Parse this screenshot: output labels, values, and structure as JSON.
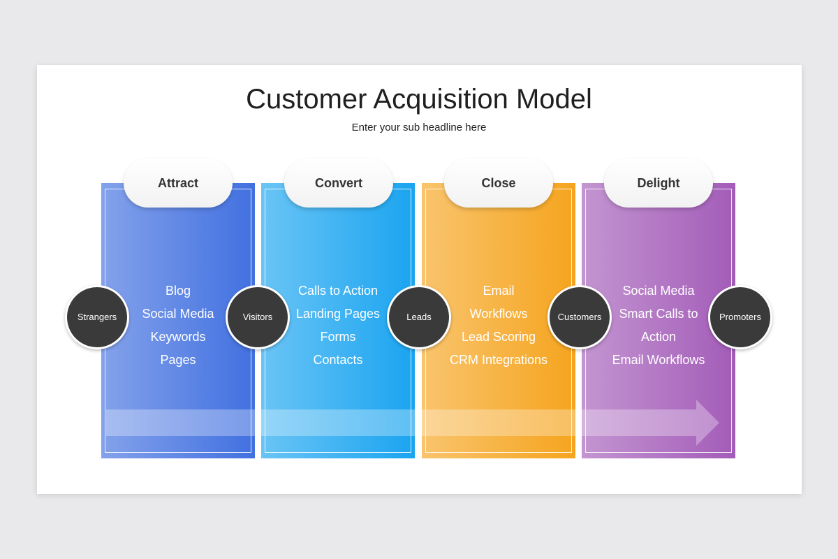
{
  "title": "Customer Acquisition Model",
  "subtitle": "Enter your sub headline here",
  "stages": [
    {
      "label": "Attract",
      "color": "#4170e0",
      "items": [
        "Blog",
        "Social Media",
        "Keywords",
        "Pages"
      ]
    },
    {
      "label": "Convert",
      "color": "#1aa4f0",
      "items": [
        "Calls to Action",
        "Landing Pages",
        "Forms",
        "Contacts"
      ]
    },
    {
      "label": "Close",
      "color": "#f5a41e",
      "items": [
        "Email",
        "Workflows",
        "Lead Scoring",
        "CRM Integrations"
      ]
    },
    {
      "label": "Delight",
      "color": "#a35cb8",
      "items": [
        "Social Media",
        "Smart Calls to",
        "Action",
        "Email Workflows"
      ]
    }
  ],
  "milestones": [
    "Strangers",
    "Visitors",
    "Leads",
    "Customers",
    "Promoters"
  ],
  "colors": {
    "attract": "#4170e0",
    "convert": "#1aa4f0",
    "close": "#f5a41e",
    "delight": "#a35cb8",
    "milestone": "#3a3a3a",
    "background": "#e9e8ea"
  }
}
